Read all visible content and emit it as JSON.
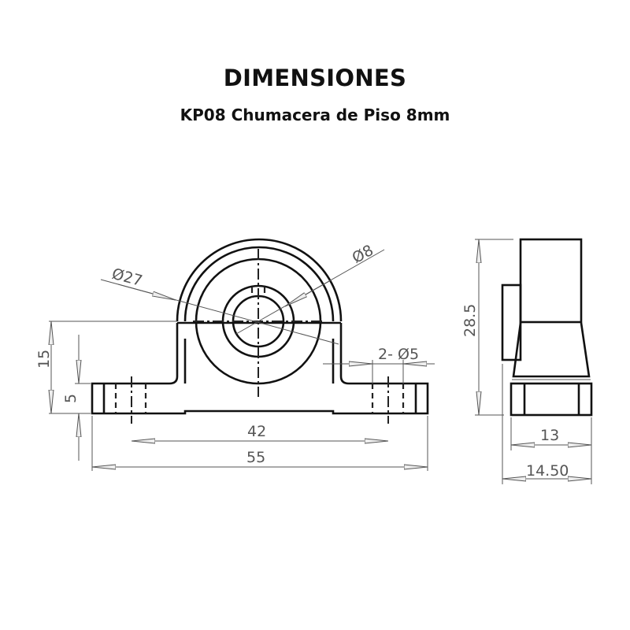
{
  "header": {
    "title": "DIMENSIONES",
    "subtitle": "KP08 Chumacera de Piso 8mm"
  },
  "dimensions": {
    "housing_diameter": "Ø27",
    "bore_diameter": "Ø8",
    "mount_holes": "2- Ø5",
    "center_height": "15",
    "base_thickness": "5",
    "hole_spacing": "42",
    "overall_length": "55",
    "overall_height": "28.5",
    "base_width": "13",
    "overall_width": "14.50"
  }
}
